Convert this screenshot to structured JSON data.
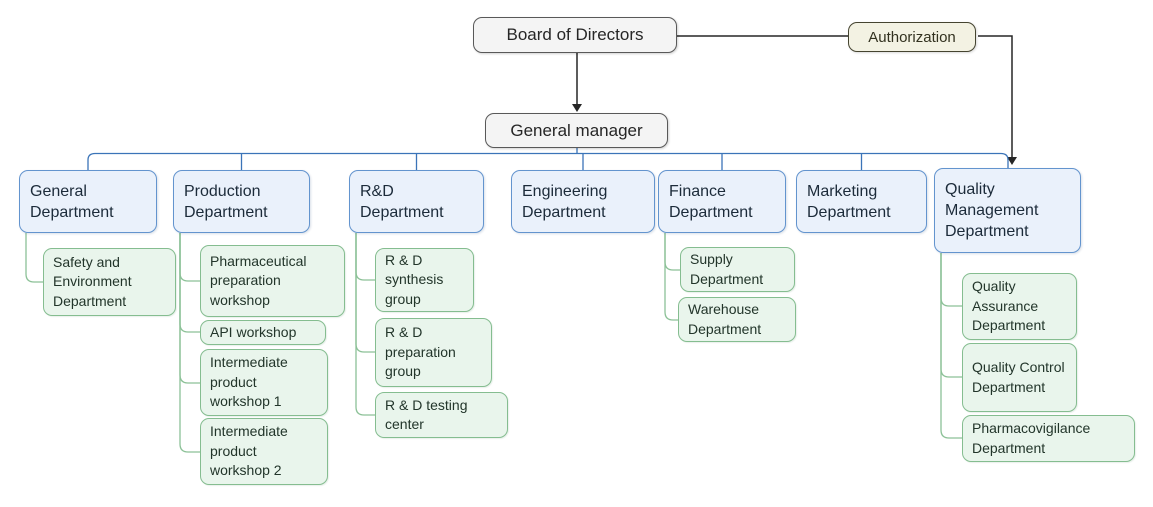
{
  "nodes": {
    "board": {
      "label": "Board of Directors"
    },
    "authorization": {
      "label": "Authorization"
    },
    "general_manager": {
      "label": "General manager"
    }
  },
  "departments": [
    {
      "label": "General Department"
    },
    {
      "label": "Production Department"
    },
    {
      "label": "R&D Department"
    },
    {
      "label": "Engineering Department"
    },
    {
      "label": "Finance Department"
    },
    {
      "label": "Marketing Department"
    },
    {
      "label": "Quality Management Department"
    }
  ],
  "sub_departments": {
    "general": [
      {
        "label": "Safety and Environment Department"
      }
    ],
    "production": [
      {
        "label": "Pharmaceutical preparation workshop"
      },
      {
        "label": "API workshop"
      },
      {
        "label": "Intermediate product workshop 1"
      },
      {
        "label": "Intermediate product workshop 2"
      }
    ],
    "rd": [
      {
        "label": "R & D synthesis group"
      },
      {
        "label": "R & D preparation group"
      },
      {
        "label": "R & D testing center"
      }
    ],
    "finance": [
      {
        "label": "Supply Department"
      },
      {
        "label": "Warehouse Department"
      }
    ],
    "quality": [
      {
        "label": "Quality Assurance Department"
      },
      {
        "label": "Quality Control Department"
      },
      {
        "label": "Pharmacovigilance Department"
      }
    ]
  },
  "colors": {
    "executive_fill": "#f4f4f4",
    "executive_border": "#595959",
    "authorization_fill": "#f3f2e3",
    "authorization_border": "#454430",
    "department_fill": "#eaf1fb",
    "department_border": "#6394ce",
    "sub_department_fill": "#e9f5ec",
    "sub_department_border": "#85bd90",
    "connector_black": "#262626",
    "connector_blue": "#3b74b8",
    "connector_green": "#8cc197"
  }
}
